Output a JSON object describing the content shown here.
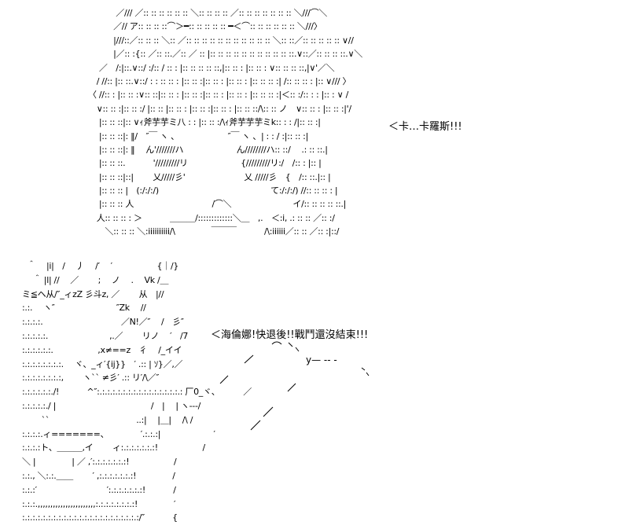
{
  "top_art": {
    "lines": [
      "　　　 ／/// ／:: :: :: :: :: :: ＼:: :: :: :: ／:: :: :: :: :: :: :: ＼///⌒＼",
      "　　　／// ア:: :: :: ::⌒＞━:: :: :: :: :: ━＜⌒:: :: :: :: :: :: ＼///〉",
      "　　　|///::／:: :: :: ＼:: ／:: :: :: :: :: :: :: :: :: :: :: ＼:: ::／:: :: :: :: :: ∨//",
      "　　　|／:: :{:: ／:: ::.／:: ／ :: |:: :: :: :: :: :: :: :: :: :: ::.∨::／:: :: :: ::.∨＼",
      "　 ／　/:|::.∨::/ :/:: / :: : |:: :: :: :: ::,|:: :: : |:: :: : ∨:: :: :: ::,|∨'／＼",
      "　/ //:: |:: ::.∨::/ : : :: :: : |:: :: :|:: :: : |:: :: : |:: :: :: :| /:: :: :: : |:: ∨/// 〉",
      "〈 //:: : |:: :: :∨:: ::|:: :: : |:: :: :|:: :: : |:: :: : |:: :: :: :|＜:: :/:: : : |:: : ∨ /",
      "　∨:: :: :|:: :: :/ |:: :: |:: :: : |:: :: :|:: :: : |:: :: ::/\\:: :: ノ　∨:: :: : |:: :: :|'/",
      "　 |:: :: ::|:: ∨ｨ斧芋芋ミ八 : : |:: :: :/\\ｨ斧芋芋芋ミk:: : : /|:: :: :|",
      "　 |:: :: ::|: ‖/　″￣ ヽ 、　　　　　　 ″￣ ヽ 、| : : / :|:: :: :|",
      "　 |:: :: ::|: ‖　 ん'///////ハ　　　　　　 ん////////ハ:: ::/　 .: :: ::.|",
      "　 |:: :: ::.　　　 '/////////リ　　　　　　 {/////////リ:/　/:: : |:: |",
      "　 |:: :: ::|::|　　 乂/////彡'　　　　　　　乂 /////彡　{　/:: ::.|:: |",
      "　 |:: :: :: |　(:/:/:/)　　　　　　　　　　　　　 て:/:/:/) //:: :: :: : |",
      "　 |:: :: :: 人　　　　　　　　　 /⌒＼　　　　　　　 イ/:: :: :: :: ::.|",
      "　人:: :: :: : ＞　　　 ＿＿＿/:::::::::::::＼＿　,.　＜:i, .: :: :: ／:: :/",
      "　　＼:: :: :: ＼:iiiiiiiiii/\\　　　　 ￣￣￣　　　 /\\:iiiiii／:: :: ／:: :|::/"
    ]
  },
  "bottom_art": {
    "lines": [
      "  ＾　 |i|　/　 丿　 /′　 ′　　　　　 {｜/}",
      "　 ＾ |l| //　 ／　　 ;　 ノ　 .　 Vk /＿",
      "ミ≦ヘ从/″_ィzZ 彡斗z, ／　　 从　|//",
      ":.:.　 ヽ″　　　　　　　 ″Zk　 //",
      ":.:.:.:.　　　　　　　　　 ／N!／″　 /　彡″",
      ":.:.:.:.:.　　　　　　　 ,.／　　 リノ　 ′　/7",
      ":.:.:.:.:.:.　　　　　 ,x≠==z　彳　 /_イイ",
      ":.:.:.:.:.:.:.:.　 ヾ、_ィ′{ij}}　′ .:: | ｿ}／,／",
      ":.:.:.:.:.:.:.:,　　 ヽ`` ≠彡′ .:: リ′/\\／″",
      ":.:.:.:.:.:./!　　　 ^″:.:.:.:.:.:.:.:.:.:.:.:.:.:.:.:.: 厂0_ヾ、　　　 ／",
      ":.:.:.:.:./ |　　　　　　　　　　　 /　|　 | ヽ---/",
      "　　 ``　　　　　　　　　　 ..:|　 |＿| 　/\\ /",
      ":.:.:.:.ィ=======、　　　　 ′.:.:.:|　　　　　　 ′",
      ":.:.:.:ト、＿＿＿,イ　　 ィ:.:.:.:.:.:.:!　　　　　 /",
      "＼ |　　　　 | ／ ,′:.:.:.:.:.:.:!　　　　　 /",
      ":.:., ＼:.:.＿＿　　 ′ ,:.:.:.:.:.:.:!　　　　 /",
      ":.:.:′　　　　　　　　 ′:.:.:.:.:.:.:!　　　 /",
      ":.:.:.,,,,,,,,,,,,,,,,,,,,,,,:.:.:.:.:.:.:.:!　　　　 ′",
      ":.:.:.:.:.:.:.:.:.:.:.:.:.:.:.:.:.:.:.:.:.:.:/″　　　 {"
    ]
  },
  "speech": {
    "line1": "＜卡…卡羅斯!!!",
    "line2": "＜海倫娜!快退後!!戰鬥還沒結束!!!"
  }
}
